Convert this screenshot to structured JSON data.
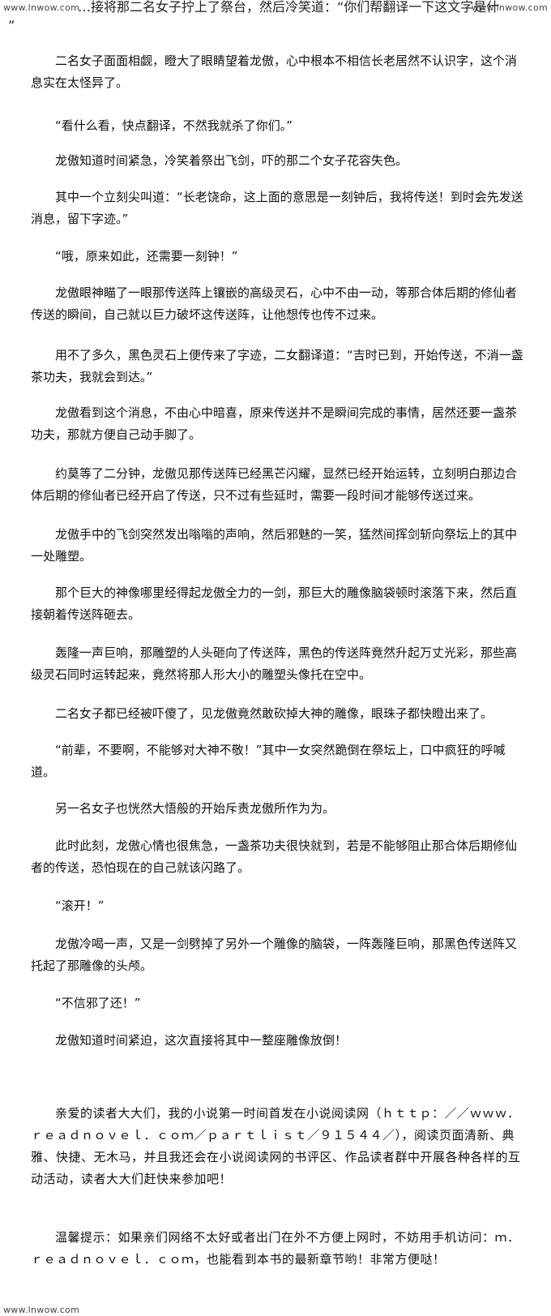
{
  "watermark": {
    "top_left": "www.lnwow.com",
    "top_right": "www.lnwow.com",
    "bottom_left": "www.lnwow.com"
  },
  "top_cut": {
    "text": "…接将那二名女子拧上了祭台，然后冷笑道：“你们帮翻译一下这文字是什",
    "closing_quote": "”"
  },
  "paragraphs": [
    "二名女子面面相觑，瞪大了眼睛望着龙傲，心中根本不相信长老居然不认识字，这个消息实在太怪异了。",
    "“看什么看，快点翻译，不然我就杀了你们。”",
    "龙傲知道时间紧急，冷笑着祭出飞剑，吓的那二个女子花容失色。",
    "其中一个立刻尖叫道：“长老饶命，这上面的意思是一刻钟后，我将传送！到时会先发送消息，留下字迹。”",
    "“哦，原来如此，还需要一刻钟！”",
    "龙傲眼神瞄了一眼那传送阵上镶嵌的高级灵石，心中不由一动，等那合体后期的修仙者传送的瞬间，自己就以巨力破坏这传送阵，让他想传也传不过来。",
    "用不了多久，黑色灵石上便传来了字迹，二女翻译道：“吉时已到，开始传送，不消一盏茶功夫，我就会到达。”",
    "龙傲看到这个消息，不由心中暗喜，原来传送并不是瞬间完成的事情，居然还要一盏茶功夫，那就方便自己动手脚了。",
    "约莫等了二分钟，龙傲见那传送阵已经黑芒闪耀，显然已经开始运转，立刻明白那边合体后期的修仙者已经开启了传送，只不过有些延时，需要一段时间才能够传送过来。",
    "龙傲手中的飞剑突然发出嗡嗡的声响，然后邪魅的一笑，猛然间挥剑斩向祭坛上的其中一处雕塑。",
    "那个巨大的神像哪里经得起龙傲全力的一剑，那巨大的雕像脑袋顿时滚落下来，然后直接朝着传送阵砸去。",
    "轰隆一声巨响，那雕塑的人头砸向了传送阵，黑色的传送阵竟然升起万丈光彩，那些高级灵石同时运转起来，竟然将那人形大小的雕塑头像托在空中。",
    "二名女子都已经被吓傻了，见龙傲竟然敢砍掉大神的雕像，眼珠子都快瞪出来了。",
    "“前辈，不要啊，不能够对大神不敬！”其中一女突然跪倒在祭坛上，口中疯狂的呼喊道。",
    "另一名女子也恍然大悟般的开始斥责龙傲所作为为。",
    "此时此刻，龙傲心情也很焦急，一盏茶功夫很快就到，若是不能够阻止那合体后期修仙者的传送，恐怕现在的自己就该闪路了。",
    "“滚开！”",
    "龙傲冷喝一声，又是一剑劈掉了另外一个雕像的脑袋，一阵轰隆巨响，那黑色传送阵又托起了那雕像的头颅。",
    "“不信邪了还！”",
    "龙傲知道时间紧迫，这次直接将其中一整座雕像放倒！"
  ],
  "footer": {
    "promo": "亲爱的读者大大们，我的小说第一时间首发在小说阅读网（ｈｔｔｐ：／／ｗｗｗ．ｒｅａｄｎｏｖｅｌ．ｃｏｍ／ｐａｒｔｌｉｓｔ／９１５４４／），阅读页面清新、典雅、快捷、无木马，并且我还会在小说阅读网的书评区、作品读者群中开展各种各样的互动活动，读者大大们赶快来参加吧！",
    "tip": "温馨提示：如果亲们网络不太好或者出门在外不方便上网时，不妨用手机访问：ｍ．ｒｅａｄｎｏｖｅｌ．ｃｏｍ，也能看到本书的最新章节哟！非常方便哒！"
  }
}
